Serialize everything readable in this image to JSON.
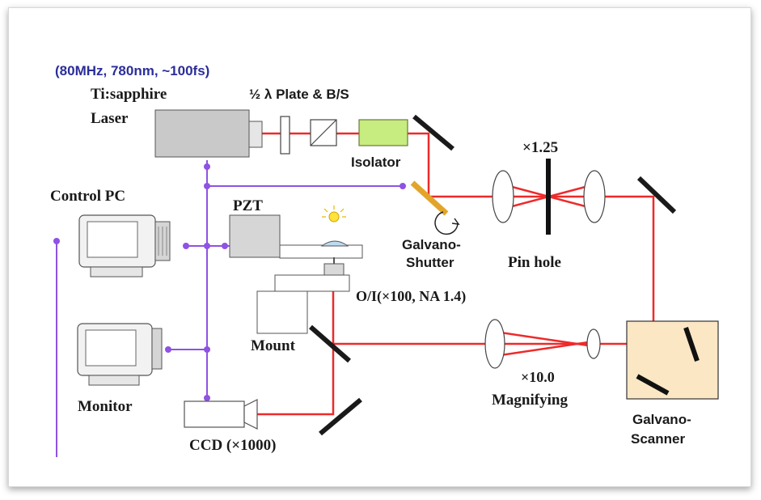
{
  "spec_line": "(80MHz, 780nm, ~100fs)",
  "labels": {
    "laser_line1": "Ti:sapphire",
    "laser_line2": "Laser",
    "waveplate": "½ λ Plate & B/S",
    "isolator": "Isolator",
    "telescope_mag": "×1.25",
    "pinhole": "Pin hole",
    "control_pc": "Control  PC",
    "pzt": "PZT",
    "galvano_shutter_1": "Galvano-",
    "galvano_shutter_2": "Shutter",
    "objective": "O/I(×100, NA 1.4)",
    "mount": "Mount",
    "monitor": "Monitor",
    "expander_mag": "×10.0",
    "magnifying": "Magnifying",
    "galvano_scanner_1": "Galvano-",
    "galvano_scanner_2": "Scanner",
    "ccd": "CCD (×1000)"
  },
  "colors": {
    "beam": "#ee2a2a",
    "wire": "#8f52e3",
    "spec_text": "#2b2e9a",
    "isolator_fill": "#c7ec7f",
    "scanner_box_fill": "#fbe7c4"
  }
}
